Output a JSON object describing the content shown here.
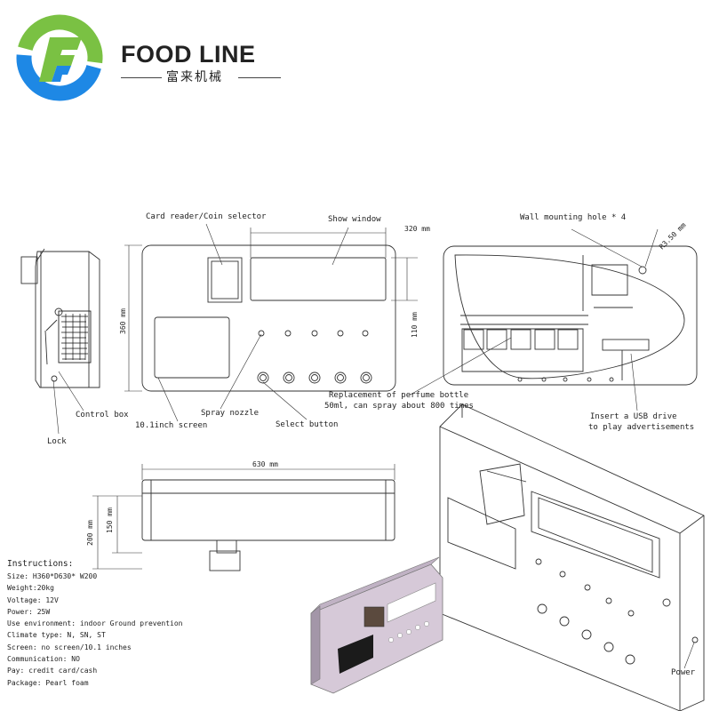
{
  "brand": {
    "name": "FOOD LINE",
    "subtitle_cn": "富来机械",
    "colors": {
      "green": "#7ac143",
      "blue": "#1e88e5",
      "text": "#111111"
    }
  },
  "front_view": {
    "card_reader_label": "Card reader/Coin selector",
    "show_window_label": "Show window",
    "width_dim": "320 mm",
    "height_dim": "360 mm",
    "window_height_dim": "110 mm",
    "spray_nozzle_label": "Spray nozzle",
    "screen_label": "10.1inch screen",
    "select_button_label": "Select button"
  },
  "side_view": {
    "control_box_label": "Control box",
    "lock_label": "Lock"
  },
  "inner_view": {
    "wall_mount_label": "Wall mounting hole * 4",
    "hole_radius_dim": "R3.50 mm",
    "perfume_note_line1": "Replacement of perfume bottle",
    "perfume_note_line2": "50ml, can spray about 800 times",
    "usb_note_line1": "Insert a USB drive",
    "usb_note_line2": "to play advertisements"
  },
  "top_view": {
    "length_dim": "630 mm",
    "depth_dim": "200 mm",
    "inner_depth_dim": "150 mm"
  },
  "iso_view": {
    "power_label": "Power"
  },
  "instructions": {
    "title": "Instructions:",
    "lines": [
      "Size: H360*D630* W200",
      "Weight:20kg",
      "Voltage: 12V",
      "Power: 25W",
      "Use environment: indoor Ground prevention",
      "Climate type: N, SN, ST",
      "Screen: no screen/10.1 inches",
      "Communication: NO",
      "Pay: credit card/cash",
      "Package: Pearl foam"
    ]
  }
}
